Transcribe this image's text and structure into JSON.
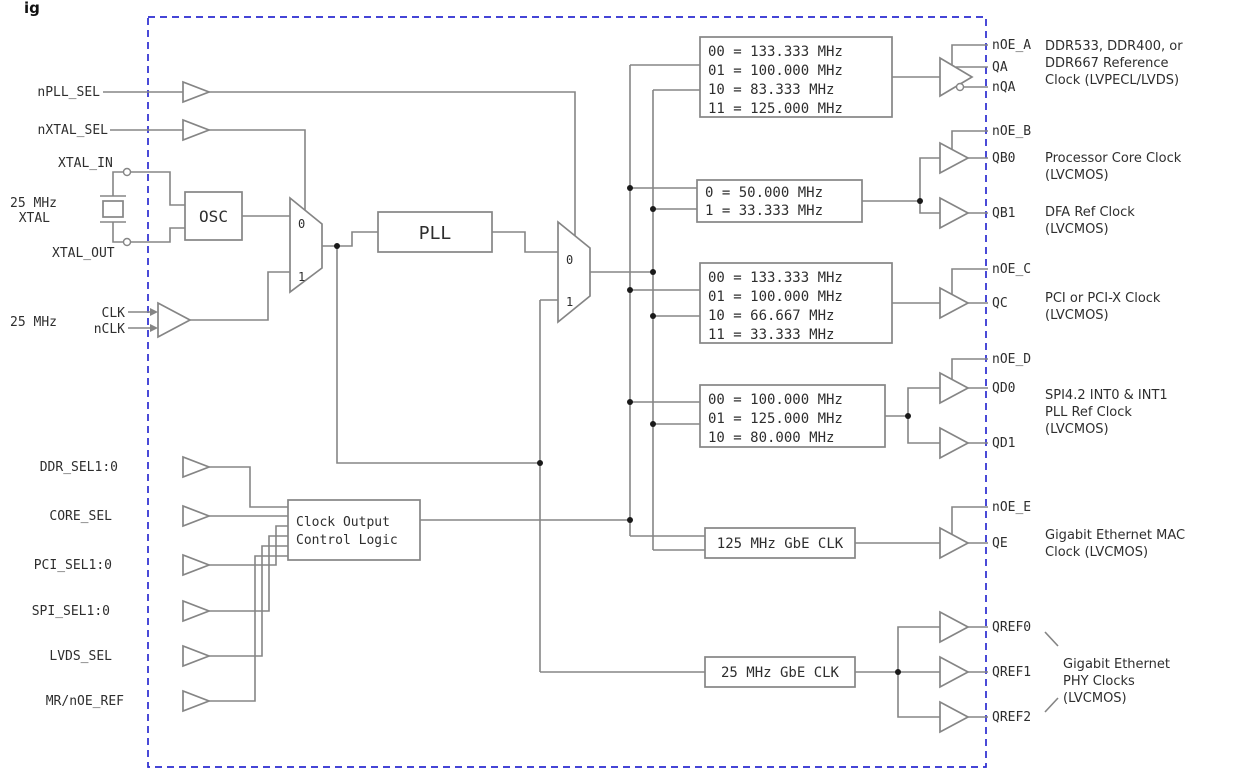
{
  "figure": {
    "title_fragment": "ig"
  },
  "colors": {
    "boundary": "#2b2bd0",
    "wire": "#858585",
    "text": "#2e2e2e",
    "junction": "#1a1a1a"
  },
  "blocks": {
    "osc": "OSC",
    "pll": "PLL",
    "control_line1": "Clock Output",
    "control_line2": "Control Logic",
    "mux_0": "0",
    "mux_1": "1"
  },
  "inputs": {
    "npll_sel": "nPLL_SEL",
    "nxtal_sel": "nXTAL_SEL",
    "xtal_in": "XTAL_IN",
    "xtal_out": "XTAL_OUT",
    "xtal_freq": "25 MHz",
    "xtal": "XTAL",
    "clk_freq": "25 MHz",
    "clk": "CLK",
    "nclk": "nCLK",
    "ddr_sel": "DDR_SEL1:0",
    "core_sel": "CORE_SEL",
    "pci_sel": "PCI_SEL1:0",
    "spi_sel": "SPI_SEL1:0",
    "lvds_sel": "LVDS_SEL",
    "mr_noe_ref": "MR/nOE_REF"
  },
  "freq_boxes": {
    "a": [
      "00 = 133.333 MHz",
      "01 = 100.000 MHz",
      "10 = 83.333 MHz",
      "11 = 125.000 MHz"
    ],
    "b": [
      "0 = 50.000 MHz",
      "1 = 33.333 MHz"
    ],
    "c": [
      "00 = 133.333 MHz",
      "01 = 100.000 MHz",
      "10 = 66.667 MHz",
      "11 = 33.333 MHz"
    ],
    "d": [
      "00 = 100.000 MHz",
      "01 = 125.000 MHz",
      "10 = 80.000 MHz"
    ],
    "e": "125 MHz GbE CLK",
    "ref": "25 MHz GbE CLK"
  },
  "ports": {
    "noe_a": "nOE_A",
    "qa": "QA",
    "nqa": "nQA",
    "noe_b": "nOE_B",
    "qb0": "QB0",
    "qb1": "QB1",
    "noe_c": "nOE_C",
    "qc": "QC",
    "noe_d": "nOE_D",
    "qd0": "QD0",
    "qd1": "QD1",
    "noe_e": "nOE_E",
    "qe": "QE",
    "qref0": "QREF0",
    "qref1": "QREF1",
    "qref2": "QREF2"
  },
  "descriptions": {
    "a": [
      "DDR533, DDR400, or",
      "DDR667 Reference",
      "Clock (LVPECL/LVDS)"
    ],
    "b0": [
      "Processor Core Clock",
      "(LVCMOS)"
    ],
    "b1": [
      "DFA Ref Clock",
      "(LVCMOS)"
    ],
    "c": [
      "PCI or PCI-X Clock",
      "(LVCMOS)"
    ],
    "d": [
      "SPI4.2 INT0 & INT1",
      "PLL Ref Clock",
      "(LVCMOS)"
    ],
    "e": [
      "Gigabit Ethernet MAC",
      "Clock (LVCMOS)"
    ],
    "ref": [
      "Gigabit Ethernet",
      "PHY Clocks",
      "(LVCMOS)"
    ]
  }
}
